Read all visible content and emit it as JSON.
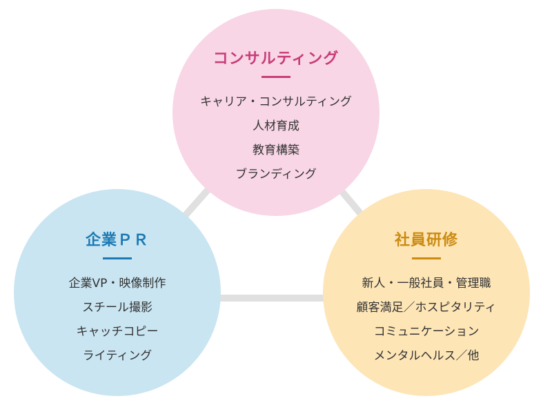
{
  "diagram": {
    "colors": {
      "connector": "#e0e0e0",
      "top_fill": "#f8d6e5",
      "top_accent": "#c83c78",
      "left_fill": "#c9e5f2",
      "left_accent": "#1c79b4",
      "right_fill": "#fde5b6",
      "right_accent": "#cc8a10",
      "item_text": "#333333"
    },
    "top": {
      "title": "コンサルティング",
      "items": [
        "キャリア・コンサルティング",
        "人材育成",
        "教育構築",
        "ブランディング"
      ]
    },
    "left": {
      "title": "企業ＰＲ",
      "items": [
        "企業VP・映像制作",
        "スチール撮影",
        "キャッチコピー",
        "ライティング"
      ]
    },
    "right": {
      "title": "社員研修",
      "items": [
        "新人・一般社員・管理職",
        "顧客満足／ホスピタリティ",
        "コミュニケーション",
        "メンタルヘルス／他"
      ]
    }
  }
}
